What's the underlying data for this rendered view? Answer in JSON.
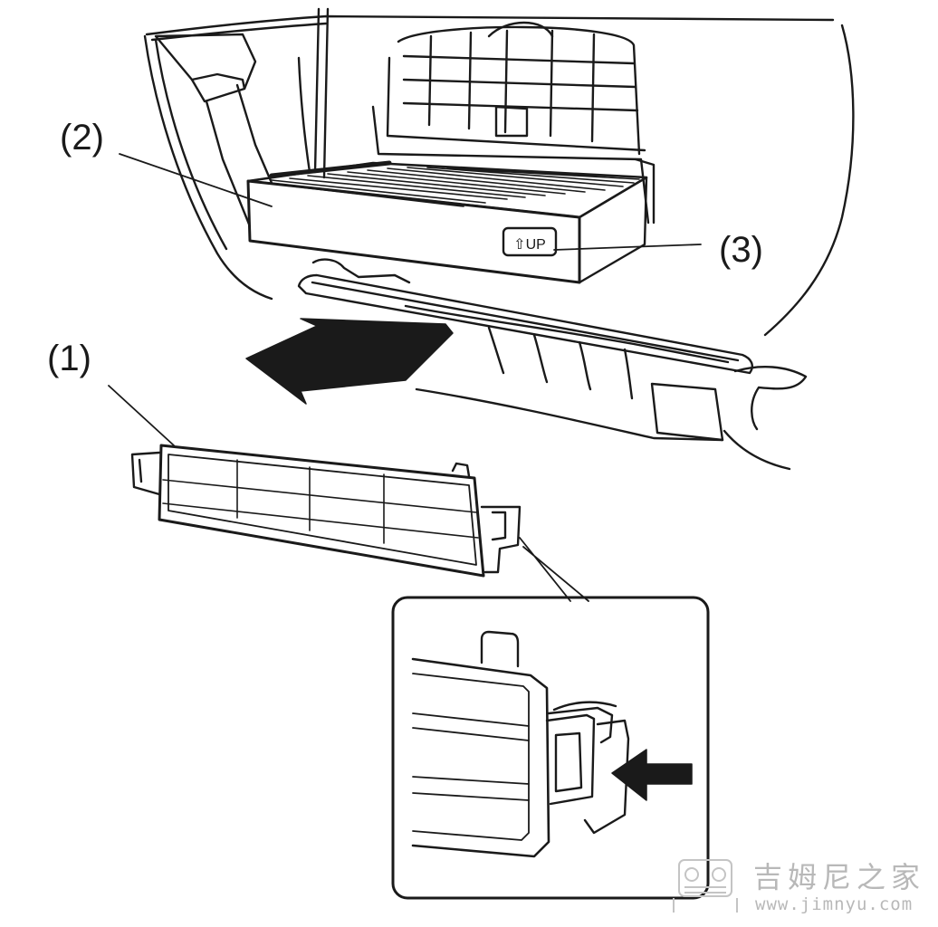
{
  "callouts": {
    "filter_cover": "(1)",
    "air_filter": "(2)",
    "up_mark": "(3)"
  },
  "filter_marking": "⇧UP",
  "watermark": {
    "site_name": "吉姆尼之家",
    "url": "www.jimnyu.com"
  },
  "colors": {
    "line": "#1a1a1a",
    "arrow_fill": "#1a1a1a",
    "watermark": "#b8b8b8"
  }
}
